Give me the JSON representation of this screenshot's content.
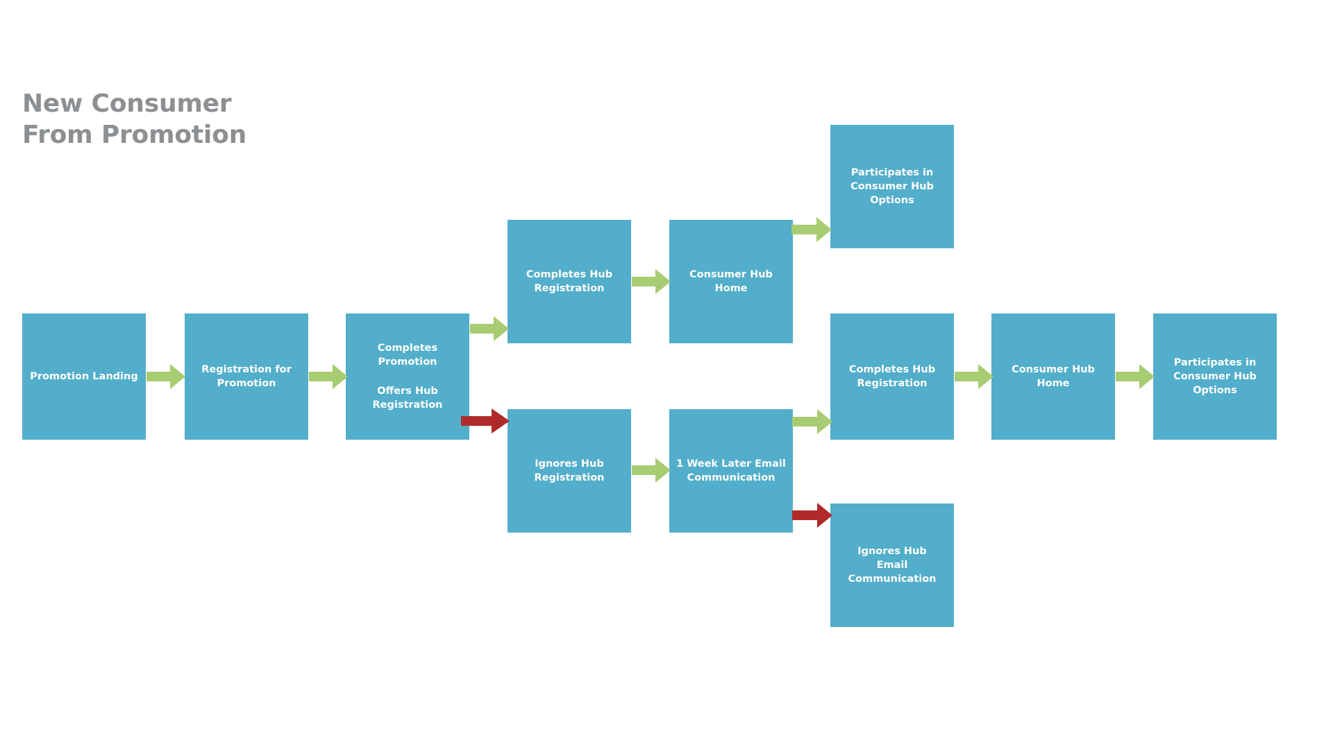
{
  "title": {
    "line1": "New Consumer",
    "line2": "From Promotion",
    "full": "New Consumer\nFrom Promotion",
    "color": "#8d9093"
  },
  "colors": {
    "node_fill": "#52aeca",
    "node_text": "#ffffff",
    "arrow_positive": "#a8cc72",
    "arrow_negative": "#b02a2a",
    "background": "#ffffff"
  },
  "nodes": [
    {
      "id": "promotion-landing",
      "label": "Promotion Landing"
    },
    {
      "id": "registration-for-promotion",
      "label": "Registration for\nPromotion"
    },
    {
      "id": "completes-promotion",
      "label_a": "Completes\nPromotion",
      "label_b": "Offers Hub\nRegistration"
    },
    {
      "id": "completes-hub-registration-top",
      "label": "Completes Hub\nRegistration"
    },
    {
      "id": "consumer-hub-home-top",
      "label": "Consumer Hub\nHome"
    },
    {
      "id": "participates-in-consumer-hub-options-top",
      "label": "Participates in\nConsumer Hub\nOptions"
    },
    {
      "id": "ignores-hub-registration",
      "label": "Ignores Hub\nRegistration"
    },
    {
      "id": "one-week-later-email",
      "label": "1 Week Later Email\nCommunication"
    },
    {
      "id": "completes-hub-registration-right",
      "label": "Completes Hub\nRegistration"
    },
    {
      "id": "consumer-hub-home-right",
      "label": "Consumer Hub\nHome"
    },
    {
      "id": "participates-in-consumer-hub-options-right",
      "label": "Participates in\nConsumer Hub\nOptions"
    },
    {
      "id": "ignores-hub-email-communication",
      "label": "Ignores Hub\nEmail\nCommunication"
    }
  ],
  "edges": [
    {
      "id": "e1",
      "from": "promotion-landing",
      "to": "registration-for-promotion",
      "type": "positive"
    },
    {
      "id": "e2",
      "from": "registration-for-promotion",
      "to": "completes-promotion",
      "type": "positive"
    },
    {
      "id": "e3",
      "from": "completes-promotion",
      "to": "completes-hub-registration-top",
      "type": "positive"
    },
    {
      "id": "e4",
      "from": "completes-promotion",
      "to": "ignores-hub-registration",
      "type": "negative"
    },
    {
      "id": "e5",
      "from": "completes-hub-registration-top",
      "to": "consumer-hub-home-top",
      "type": "positive"
    },
    {
      "id": "e6",
      "from": "consumer-hub-home-top",
      "to": "participates-in-consumer-hub-options-top",
      "type": "positive"
    },
    {
      "id": "e7",
      "from": "ignores-hub-registration",
      "to": "one-week-later-email",
      "type": "positive"
    },
    {
      "id": "e8",
      "from": "one-week-later-email",
      "to": "completes-hub-registration-right",
      "type": "positive"
    },
    {
      "id": "e9",
      "from": "one-week-later-email",
      "to": "ignores-hub-email-communication",
      "type": "negative"
    },
    {
      "id": "e10",
      "from": "completes-hub-registration-right",
      "to": "consumer-hub-home-right",
      "type": "positive"
    },
    {
      "id": "e11",
      "from": "consumer-hub-home-right",
      "to": "participates-in-consumer-hub-options-right",
      "type": "positive"
    }
  ]
}
